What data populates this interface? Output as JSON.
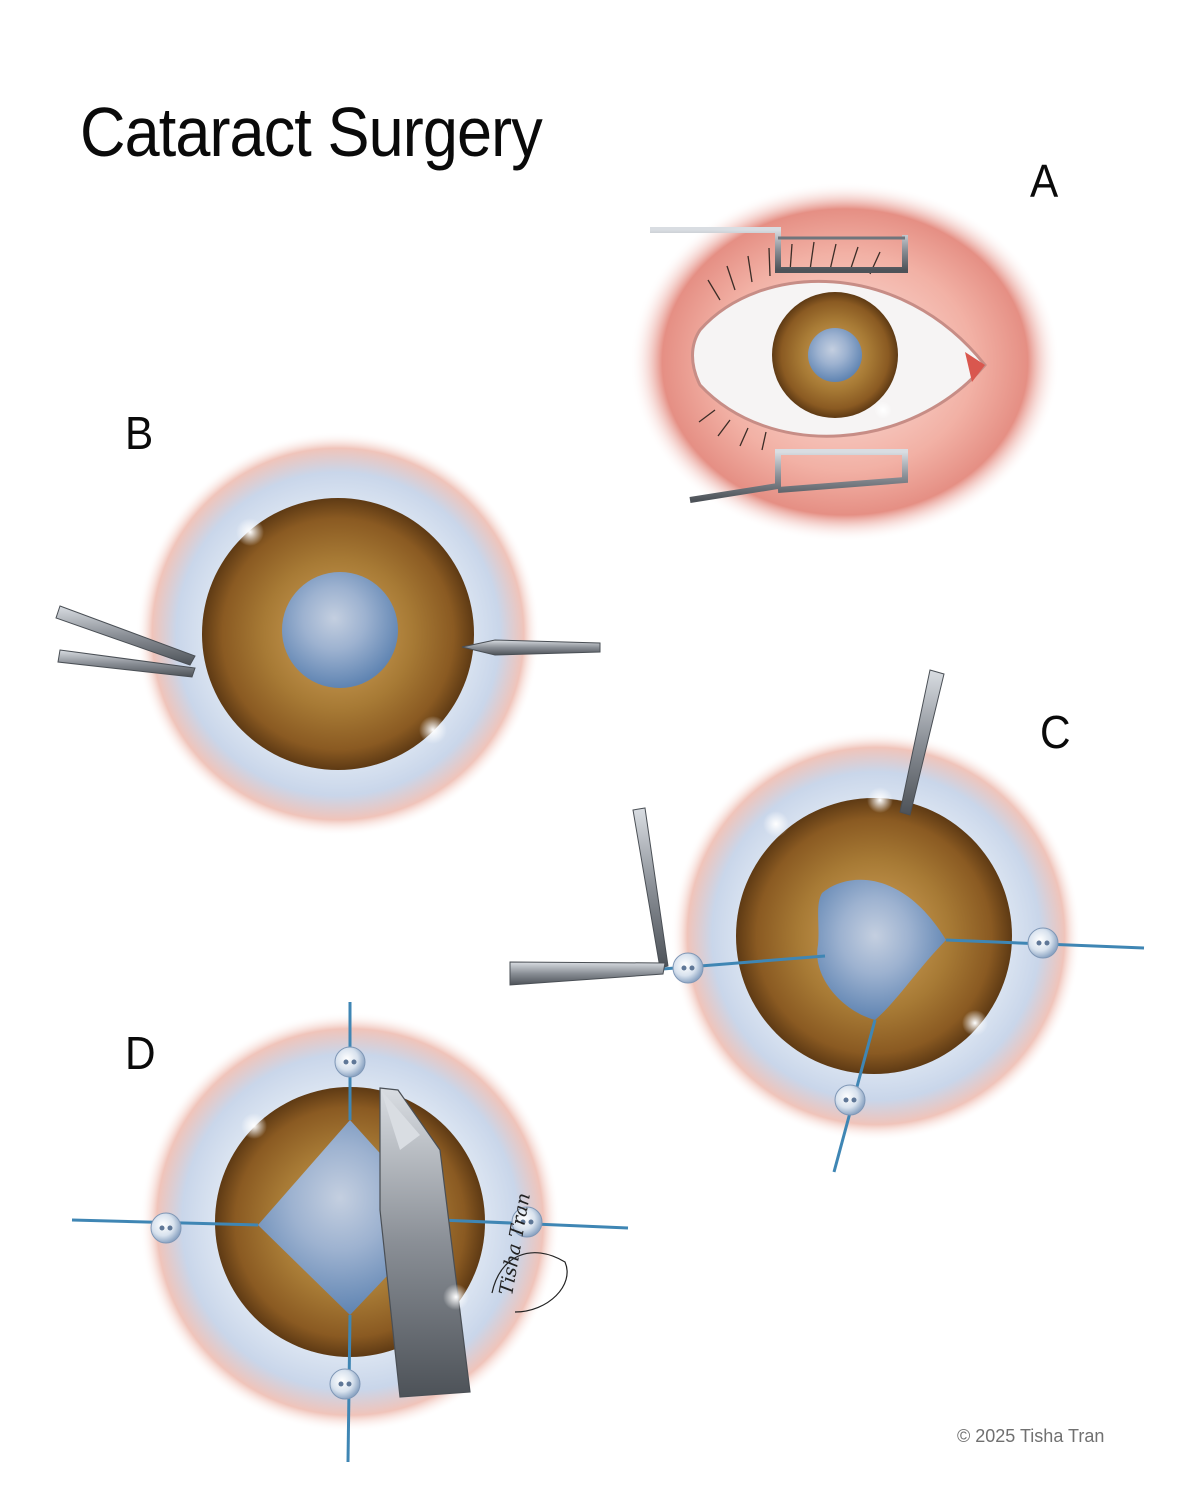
{
  "figure": {
    "title": "Cataract Surgery",
    "panels": [
      {
        "label": "A"
      },
      {
        "label": "B"
      },
      {
        "label": "C"
      },
      {
        "label": "D"
      }
    ],
    "signature": "Tisha Tran",
    "copyright": "© 2025 Tisha Tran"
  },
  "colors": {
    "iris": "#8a5a22",
    "iris_light": "#b88a44",
    "lens": "#7f9fc4",
    "sclera_haze": "#c9d6ea",
    "limbus_red": "#e8a79a",
    "eyelid": "#e58f84",
    "instrument": "#8a8f96",
    "suture": "#3f86b4"
  }
}
